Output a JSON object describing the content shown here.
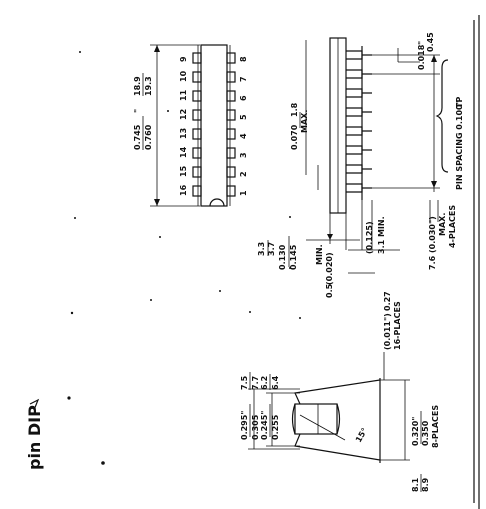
{
  "title": "pin DIP",
  "top_view": {
    "pin_numbers_top": [
      "16",
      "15",
      "14",
      "13",
      "12",
      "11",
      "10",
      "9"
    ],
    "pin_numbers_bottom": [
      "1",
      "2",
      "3",
      "4",
      "5",
      "6",
      "7",
      "8"
    ],
    "length_inch_top": "0.745",
    "length_inch_bottom": "0.760",
    "length_mm_top": "18.9",
    "length_mm_bottom": "19.3",
    "inch_mark": "\""
  },
  "side_view": {
    "lead_width_inch": "0.070",
    "lead_width_mm": "1.8",
    "lead_width_max": "MAX.",
    "lead_thick_inch": "0.018",
    "lead_thick_mm": "0.45",
    "lead_thick_inch_mark": "\"",
    "body_height_inch_top": "0.130",
    "body_height_inch_bottom": "0.145",
    "body_height_mm_top": "3.3",
    "body_height_mm_bottom": "3.7",
    "seat_min_inch": "(0.125)",
    "seat_min_mm": "3.1 MIN.",
    "standoff_mm": "0.5",
    "standoff_inch": "(0.020)",
    "standoff_min": "MIN.",
    "shoulder_mm": "7.6",
    "shoulder_inch": "(0.030\")",
    "shoulder_max": "MAX.",
    "shoulder_places": "4-PLACES",
    "tp_label": "TP",
    "pin_spacing": "PIN SPACING 0.100\""
  },
  "end_view": {
    "width_inch_top": "0.295\"",
    "width_inch_bottom": "0.305",
    "width_mm_top": "7.5",
    "width_mm_bottom": "7.7",
    "body_inch_top": "0.245\"",
    "body_inch_bottom": "0.255",
    "body_mm_top": "6.2",
    "body_mm_bottom": "6.4",
    "lead_inch": "(0.011\")",
    "lead_mm": "0.27",
    "lead_places": "16-PLACES",
    "angle_label": "15°",
    "span_inch_top": "0.320\"",
    "span_inch_bottom": "0.350",
    "span_mm_top": "8.1",
    "span_mm_bottom": "8.9",
    "span_places": "8-PLACES"
  }
}
